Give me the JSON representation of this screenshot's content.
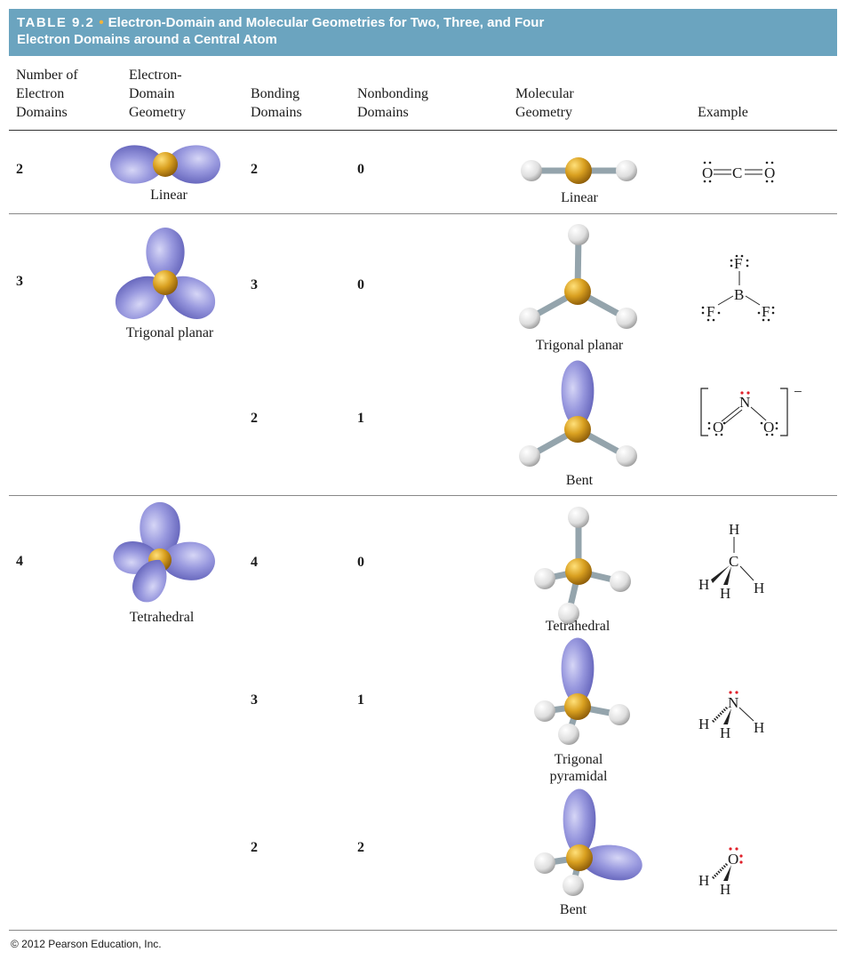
{
  "table": {
    "number": "TABLE 9.2",
    "title_line1": "Electron-Domain and Molecular Geometries for Two, Three, and Four",
    "title_line2": "Electron Domains around a Central Atom"
  },
  "headers": {
    "col1": [
      "Number of",
      "Electron",
      "Domains"
    ],
    "col2": [
      "Electron-",
      "Domain",
      "Geometry"
    ],
    "col3": [
      "Bonding",
      "Domains"
    ],
    "col4": [
      "Nonbonding",
      "Domains"
    ],
    "col5": [
      "Molecular",
      "Geometry"
    ],
    "col6": "Example"
  },
  "groups": [
    {
      "electron_domains": "2",
      "ed_geometry": "Linear"
    },
    {
      "electron_domains": "3",
      "ed_geometry": "Trigonal planar"
    },
    {
      "electron_domains": "4",
      "ed_geometry": "Tetrahedral"
    }
  ],
  "rows": [
    {
      "bonding": "2",
      "nonbonding": "0",
      "molecular_geometry": "Linear",
      "example_atoms": [
        "O",
        "C",
        "O"
      ]
    },
    {
      "bonding": "3",
      "nonbonding": "0",
      "molecular_geometry": "Trigonal planar",
      "example_atoms": [
        "F",
        "B",
        "F",
        "F"
      ]
    },
    {
      "bonding": "2",
      "nonbonding": "1",
      "molecular_geometry": "Bent",
      "example_atoms": [
        "N",
        "O",
        "O"
      ],
      "charge": "−"
    },
    {
      "bonding": "4",
      "nonbonding": "0",
      "molecular_geometry": "Tetrahedral",
      "example_atoms": [
        "H",
        "C",
        "H",
        "H",
        "H"
      ]
    },
    {
      "bonding": "3",
      "nonbonding": "1",
      "molecular_geometry": [
        "Trigonal",
        "pyramidal"
      ],
      "example_atoms": [
        "N",
        "H",
        "H",
        "H"
      ]
    },
    {
      "bonding": "2",
      "nonbonding": "2",
      "molecular_geometry": "Bent",
      "example_atoms": [
        "O",
        "H",
        "H"
      ]
    }
  ],
  "colors": {
    "banner": "#6ba4bf",
    "bullet": "#f2b33a",
    "lobe": "#8a8ad8",
    "central_atom": "#d49a1c",
    "lone_pair_dots": "#e0202a"
  },
  "footer": {
    "copyright": "© 2012 Pearson Education, Inc."
  }
}
